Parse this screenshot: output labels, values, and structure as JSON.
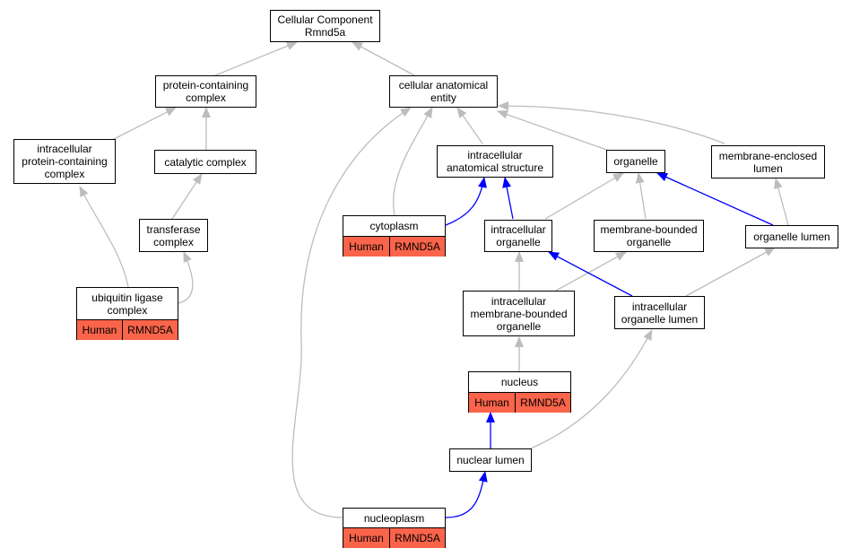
{
  "diagram": {
    "colors": {
      "edge_gray": "#bdbdbd",
      "edge_blue": "#0000ff",
      "annotation_fill": "#f9644a",
      "node_border": "#000000"
    },
    "nodes": {
      "cc_root": "Cellular Component\nRmnd5a",
      "protein_complex": "protein-containing\ncomplex",
      "cellular_entity": "cellular anatomical\nentity",
      "intracellular_protein_complex": "intracellular\nprotein-containing\ncomplex",
      "catalytic_complex": "catalytic complex",
      "intracellular_structure": "intracellular\nanatomical structure",
      "organelle": "organelle",
      "membrane_enclosed_lumen": "membrane-enclosed\nlumen",
      "transferase_complex": "transferase\ncomplex",
      "cytoplasm": "cytoplasm",
      "intracellular_organelle": "intracellular\norganelle",
      "membrane_bounded_organelle": "membrane-bounded\norganelle",
      "organelle_lumen": "organelle lumen",
      "ubiquitin_ligase": "ubiquitin ligase\ncomplex",
      "intracellular_membrane_bounded": "intracellular\nmembrane-bounded\norganelle",
      "intracellular_organelle_lumen": "intracellular\norganelle lumen",
      "nucleus": "nucleus",
      "nuclear_lumen": "nuclear lumen",
      "nucleoplasm": "nucleoplasm"
    },
    "annotation": {
      "species": "Human",
      "gene": "RMND5A"
    }
  }
}
